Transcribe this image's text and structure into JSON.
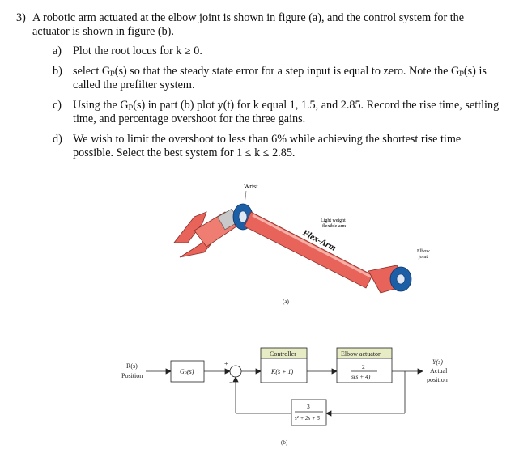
{
  "question": {
    "number": "3)",
    "intro": "A robotic arm actuated at the elbow joint is shown in figure (a), and the control system for the actuator is shown in figure (b).",
    "parts": [
      {
        "label": "a)",
        "text": "Plot the root locus for k ≥ 0."
      },
      {
        "label": "b)",
        "text": "select Gₚ(s) so that the steady state error for a step input is equal to zero. Note the Gₚ(s) is called the prefilter system."
      },
      {
        "label": "c)",
        "text": "Using the Gₚ(s) in part (b) plot y(t) for k equal 1, 1.5, and 2.85. Record the rise time, settling time, and percentage overshoot for the three gains."
      },
      {
        "label": "d)",
        "text": "We wish to limit the overshoot to less than 6% while achieving the shortest rise time possible. Select the best system for 1 ≤ k ≤ 2.85."
      }
    ]
  },
  "figure_a": {
    "wrist": "Wrist",
    "light1": "Light weight",
    "light2": "flexible arm",
    "brand": "Flex-Arm",
    "elbow1": "Elbow",
    "elbow2": "joint",
    "caption": "(a)"
  },
  "figure_b": {
    "input1": "R(s)",
    "input2": "Position",
    "prefilter": "Gₚ(s)",
    "plus": "+",
    "minus": "−",
    "controller_title": "Controller",
    "controller": "K(s + 1)",
    "actuator_title": "Elbow actuator",
    "actuator_num": "2",
    "actuator_den": "s(s + 4)",
    "sensor_num": "3",
    "sensor_den": "s² + 2s + 5",
    "output1": "Y(s)",
    "output2": "Actual",
    "output3": "position",
    "caption": "(b)"
  },
  "colors": {
    "arm": "#e8645a",
    "arm_dark": "#b8423a",
    "joint": "#1d5fa6",
    "box_header": "#e7ecc4"
  }
}
